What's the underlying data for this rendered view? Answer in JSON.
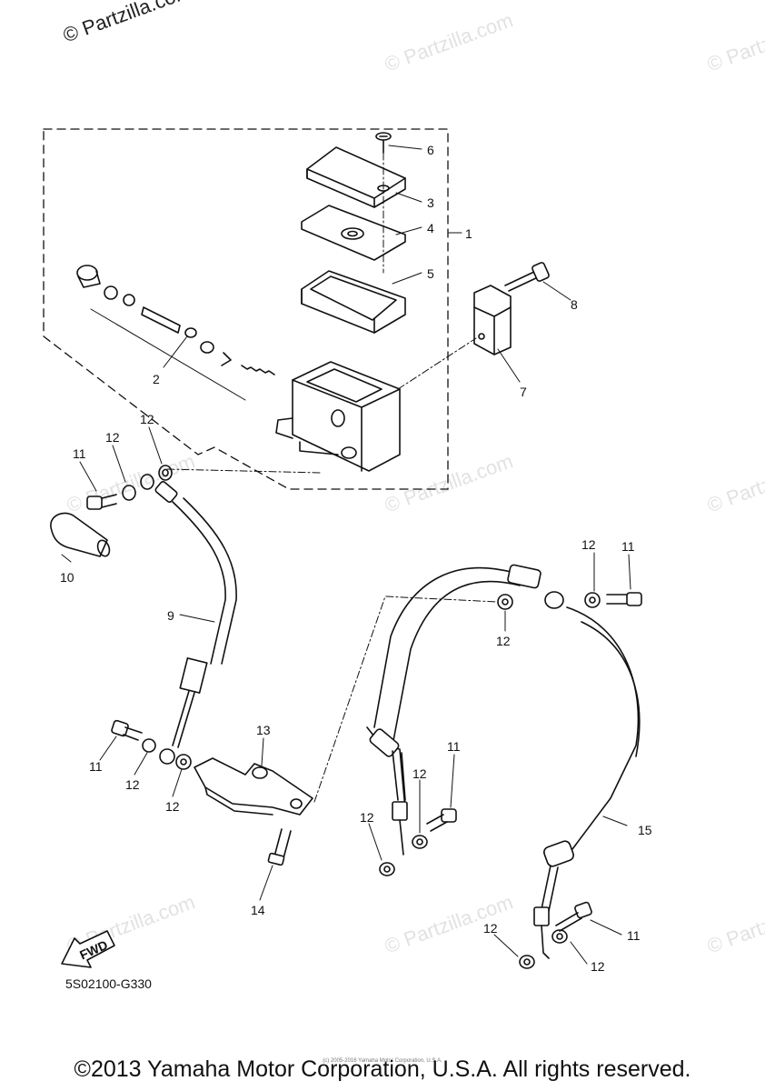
{
  "header": {
    "site_mark": "© Partzilla.com"
  },
  "watermark": {
    "text": "© Partzilla.com"
  },
  "diagram": {
    "callouts": [
      "1",
      "2",
      "3",
      "4",
      "5",
      "6",
      "7",
      "8",
      "9",
      "10",
      "11",
      "12",
      "13",
      "14",
      "15"
    ],
    "fwd_label": "FWD",
    "drawing_code": "5S02100-G330"
  },
  "footer": {
    "copyright": "©2013 Yamaha Motor Corporation, U.S.A. All rights reserved.",
    "small_print": "(c) 2005-2016 Yamaha Motor Corporation, U.S.A."
  }
}
